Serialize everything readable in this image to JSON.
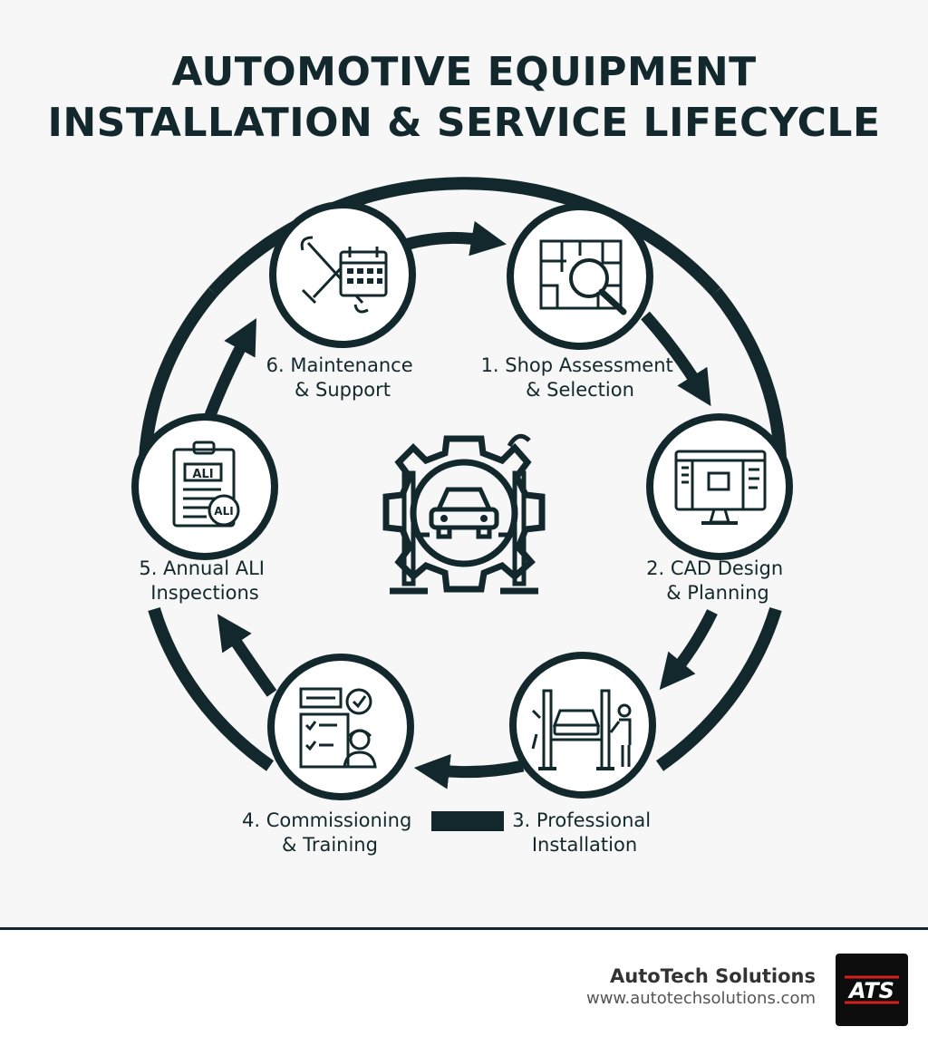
{
  "title": {
    "line1": "AUTOMOTIVE EQUIPMENT",
    "line2": "INSTALLATION & SERVICE LIFECYCLE"
  },
  "steps": [
    {
      "label_line1": "1. Shop Assessment",
      "label_line2": "& Selection",
      "icon": "floorplan-magnifier-icon"
    },
    {
      "label_line1": "2. CAD Design",
      "label_line2": "& Planning",
      "icon": "cad-monitor-icon"
    },
    {
      "label_line1": "3. Professional",
      "label_line2": "Installation",
      "icon": "car-lift-technician-icon"
    },
    {
      "label_line1": "4. Commissioning",
      "label_line2": "& Training",
      "icon": "checklist-trainer-icon"
    },
    {
      "label_line1": "5. Annual ALI",
      "label_line2": "Inspections",
      "icon": "ali-clipboard-icon"
    },
    {
      "label_line1": "6. Maintenance",
      "label_line2": "& Support",
      "icon": "wrench-calendar-icon"
    }
  ],
  "ali_text": "ALI",
  "center_icon": "gear-car-lift-icon",
  "footer": {
    "company": "AutoTech Solutions",
    "url": "www.autotechsolutions.com",
    "logo_text": "ATS"
  },
  "colors": {
    "primary": "#12282c",
    "background": "#f7f7f7",
    "logo_bg": "#0d0d0d",
    "logo_accent": "#d62020"
  }
}
